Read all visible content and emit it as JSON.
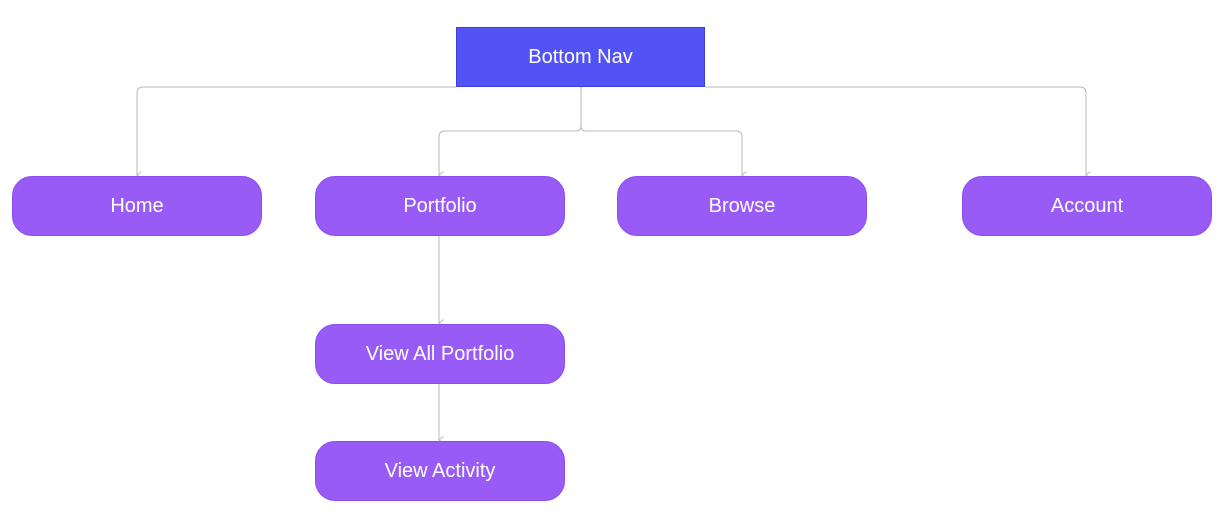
{
  "diagram": {
    "root": {
      "label": "Bottom Nav",
      "color": "#5353f5"
    },
    "tabs": [
      {
        "id": "home",
        "label": "Home"
      },
      {
        "id": "portfolio",
        "label": "Portfolio"
      },
      {
        "id": "browse",
        "label": "Browse"
      },
      {
        "id": "account",
        "label": "Account"
      }
    ],
    "portfolio_flow": [
      {
        "id": "view-all-portfolio",
        "label": "View All Portfolio"
      },
      {
        "id": "view-activity",
        "label": "View Activity"
      }
    ],
    "node_color": "#995bf6",
    "connector_color": "#b8b8b8"
  }
}
